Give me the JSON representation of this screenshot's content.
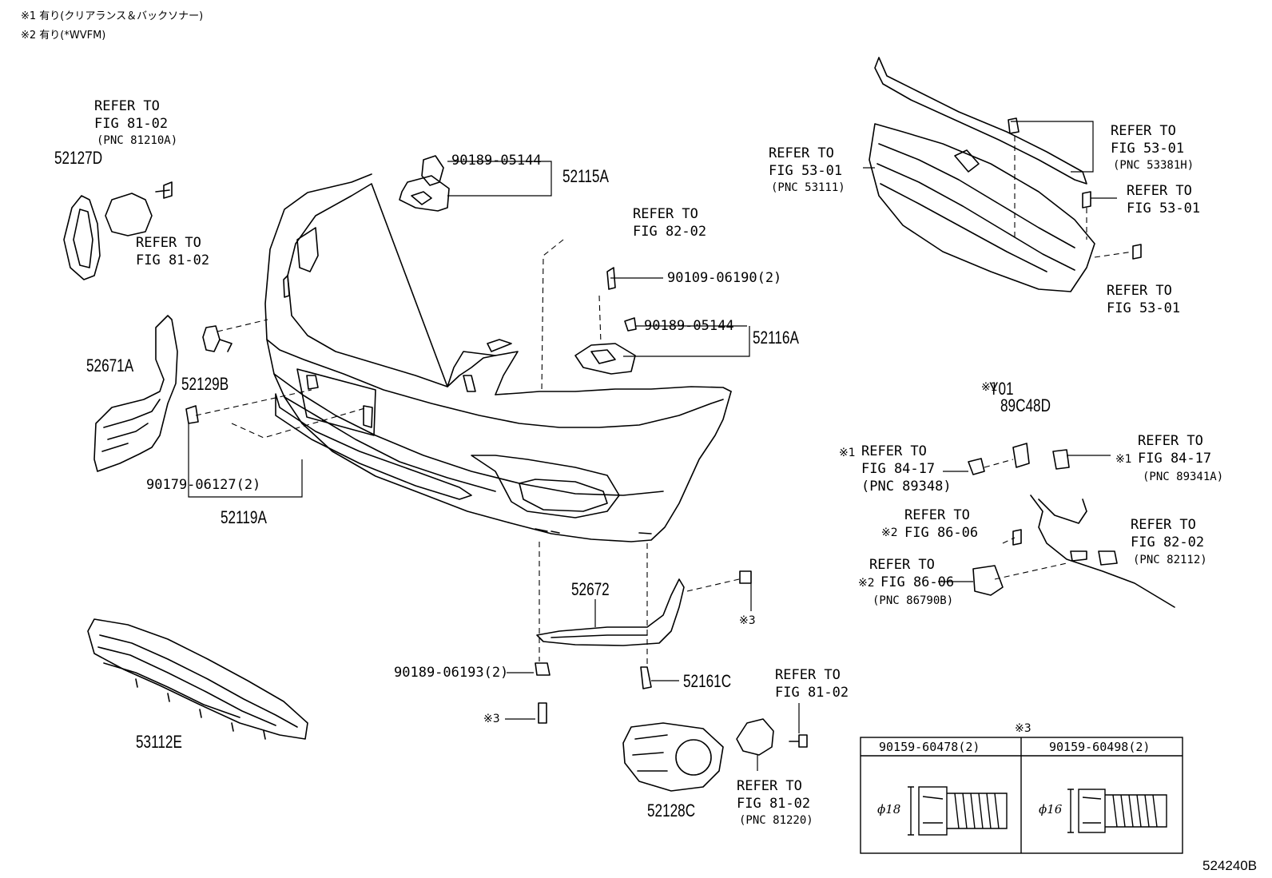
{
  "notes": {
    "note1": "※1 有り(クリアランス＆バックソナー)",
    "note2": "※2 有り(*WVFM)"
  },
  "figure_code": "524240B",
  "parts": {
    "p52127D": "52127D",
    "p52115A": "52115A",
    "p52116A": "52116A",
    "p52671A": "52671A",
    "p52129B": "52129B",
    "p52119A": "52119A",
    "p52672": "52672",
    "p52161C": "52161C",
    "p53112E": "53112E",
    "p52128C": "52128C",
    "y01": "Y01",
    "p89C48D": "89C48D"
  },
  "numbers": {
    "n90189_05144_a": "90189-05144",
    "n90189_05144_b": "90189-05144",
    "n90109_06190": "90109-06190(2)",
    "n90179_06127": "90179-06127(2)",
    "n90189_06193": "90189-06193(2)"
  },
  "refs": {
    "r1": [
      "REFER TO",
      "FIG 81-02",
      "(PNC 81210A)"
    ],
    "r2": [
      "REFER TO",
      "FIG 81-02"
    ],
    "r3": [
      "REFER TO",
      "FIG 82-02"
    ],
    "r4": [
      "REFER TO",
      "FIG 53-01",
      "(PNC 53111)"
    ],
    "r5": [
      "REFER TO",
      "FIG 53-01",
      "(PNC 53381H)"
    ],
    "r6": [
      "REFER TO",
      "FIG 53-01"
    ],
    "r7": [
      "REFER TO",
      "FIG 53-01"
    ],
    "r8": [
      "REFER TO",
      "FIG 84-17",
      "(PNC 89348)"
    ],
    "r9": [
      "REFER TO",
      "FIG 84-17",
      "(PNC 89341A)"
    ],
    "r10": [
      "REFER TO",
      "FIG 86-06"
    ],
    "r11": [
      "REFER TO",
      "FIG 82-02",
      "(PNC 82112)"
    ],
    "r12": [
      "REFER TO",
      "FIG 86-06",
      "(PNC 86790B)"
    ],
    "r13": [
      "REFER TO",
      "FIG 81-02"
    ],
    "r14": [
      "REFER TO",
      "FIG 81-02",
      "(PNC 81220)"
    ]
  },
  "marks": {
    "m1a": "※1",
    "m1b": "※1",
    "m1c": "※1",
    "m2a": "※2",
    "m2b": "※2",
    "m3a": "※3",
    "m3b": "※3",
    "m3c": "※3"
  },
  "table": {
    "col1": "90159-60478(2)",
    "col2": "90159-60498(2)",
    "dia1": "ϕ18",
    "dia2": "ϕ16"
  }
}
